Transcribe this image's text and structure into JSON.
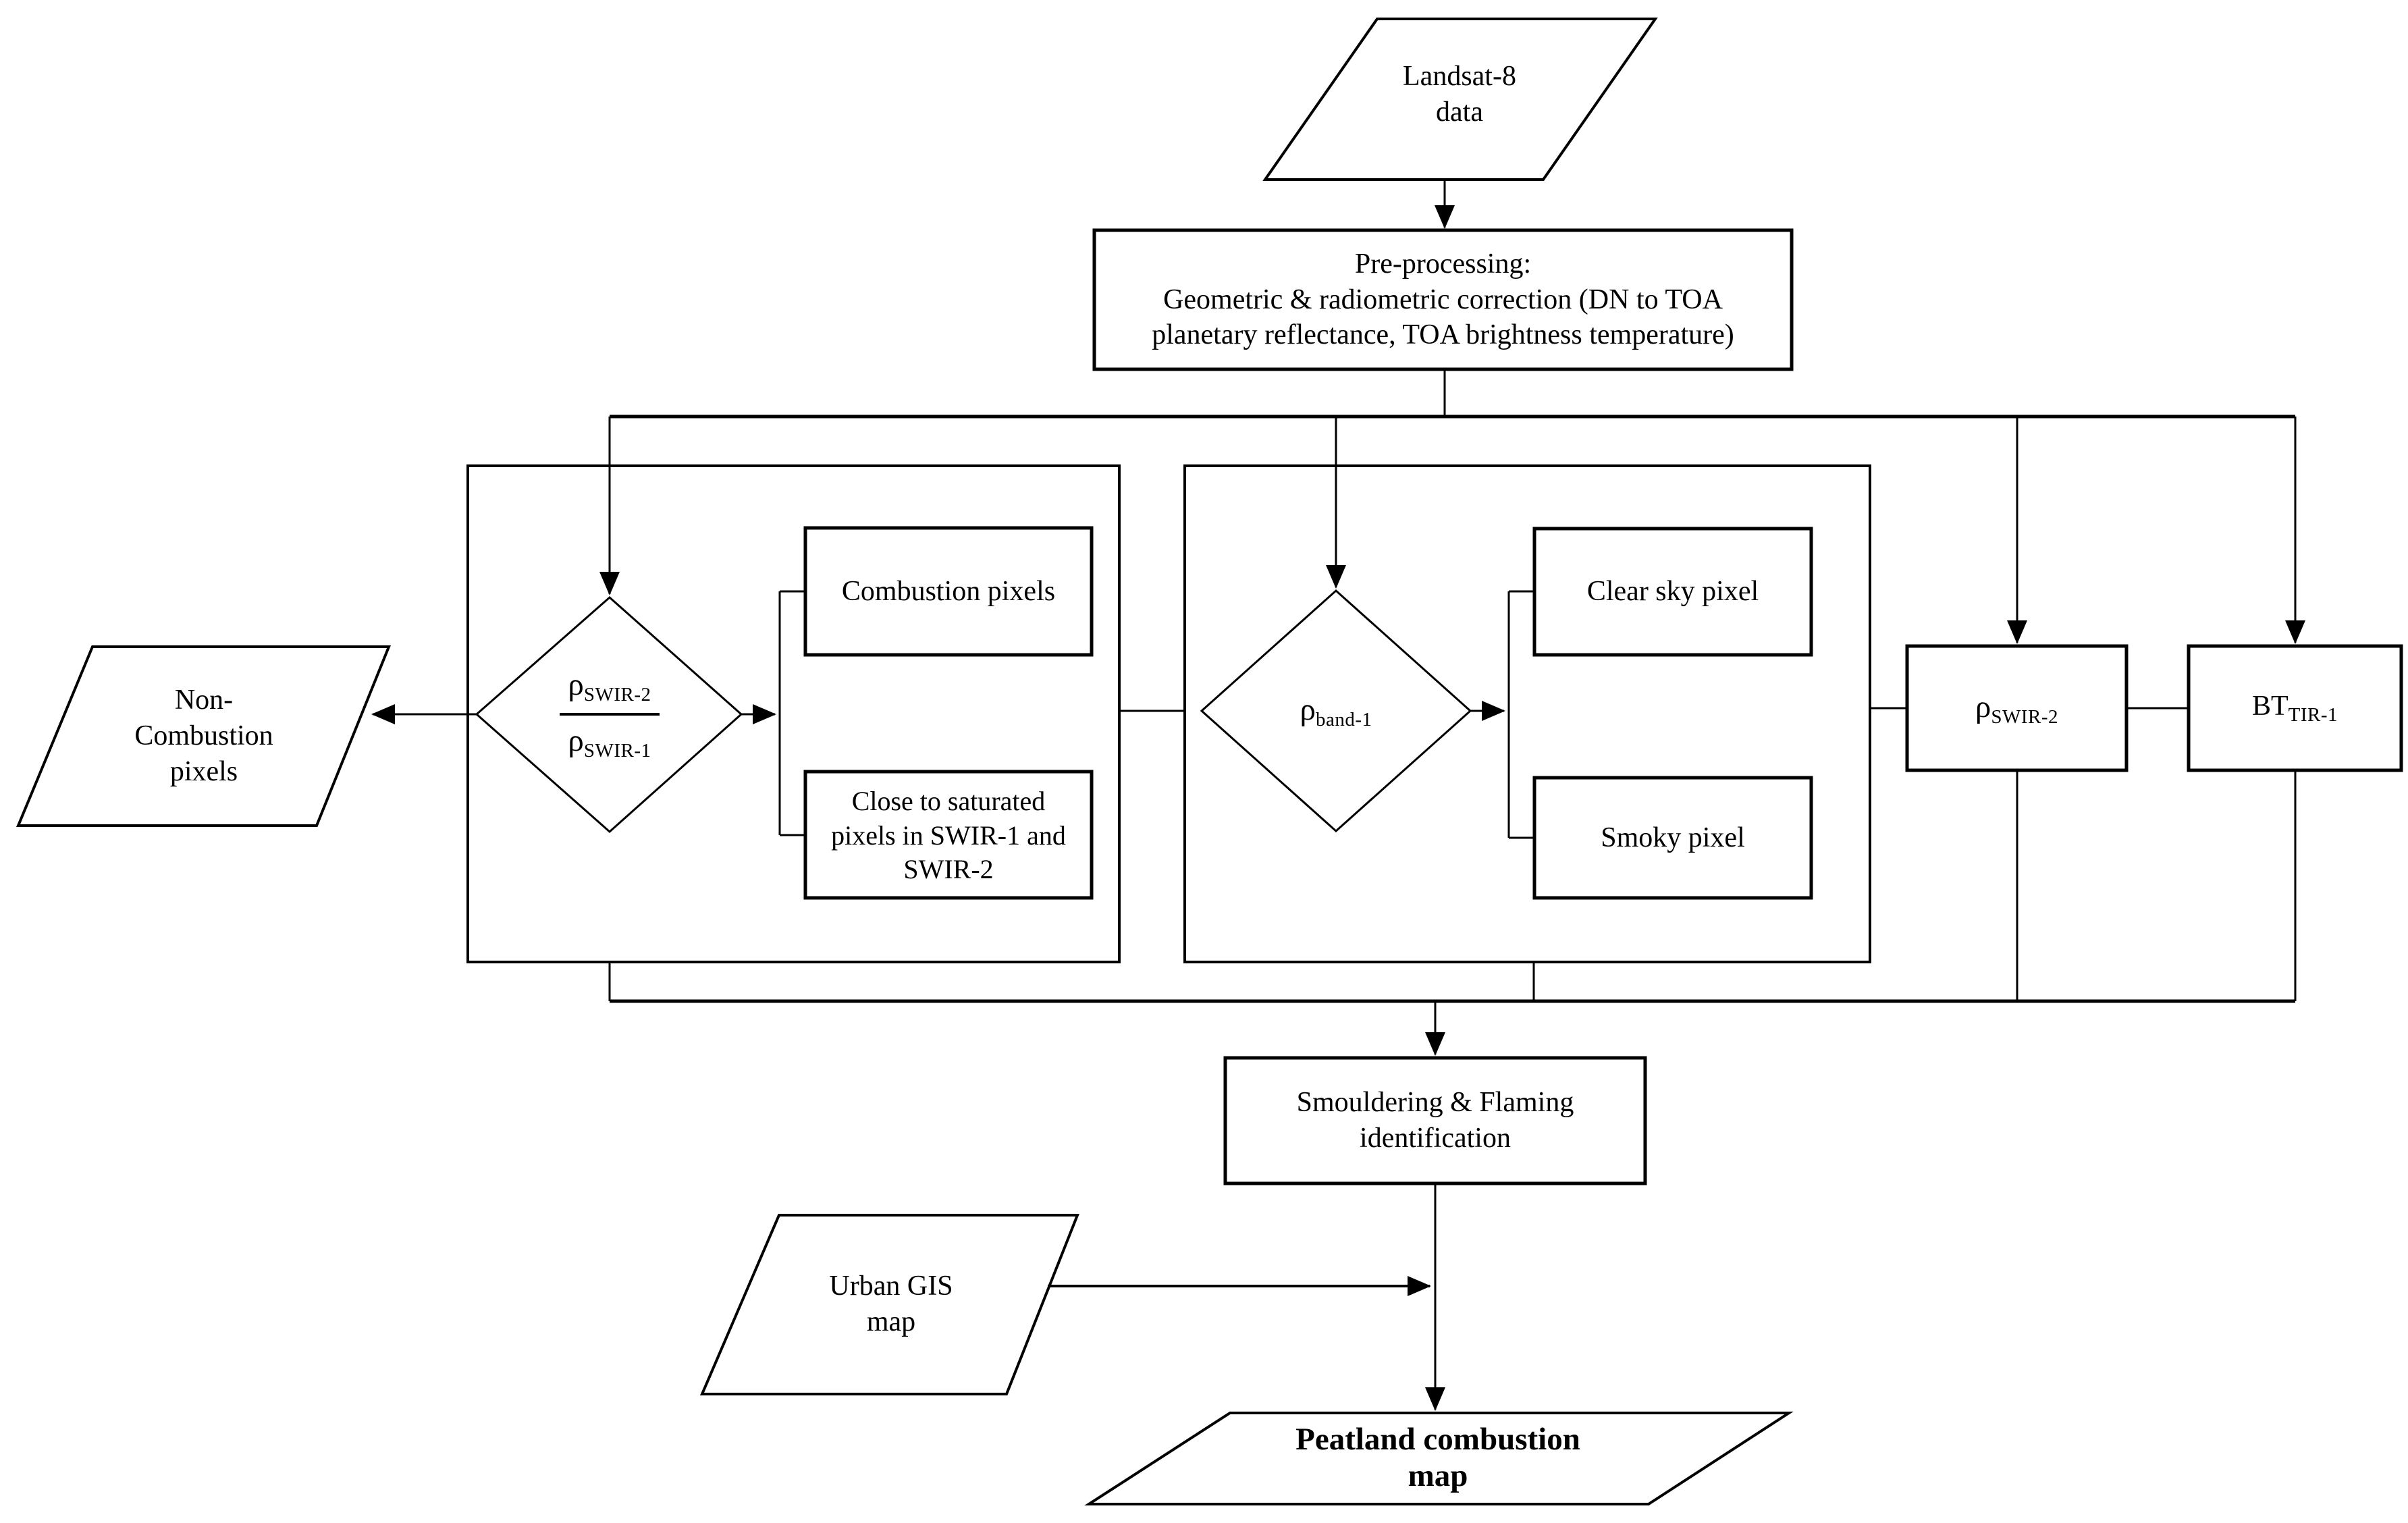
{
  "figure": {
    "kind": "flowchart",
    "background": "#ffffff",
    "line_color": "#000000",
    "text_color": "#000000"
  },
  "nodes": {
    "landsat": {
      "line1": "Landsat-8",
      "line2": "data"
    },
    "preprocess": {
      "line1": "Pre-processing:",
      "line2": "Geometric & radiometric correction (DN to TOA",
      "line3": "planetary reflectance, TOA brightness temperature)"
    },
    "non_combustion": {
      "line1": "Non-",
      "line2": "Combustion",
      "line3": "pixels"
    },
    "swir_ratio_decision": {
      "numerator_main": "ρ",
      "numerator_sub": "SWIR-2",
      "denominator_main": "ρ",
      "denominator_sub": "SWIR-1"
    },
    "combustion": {
      "label": "Combustion pixels"
    },
    "saturated": {
      "line1": "Close to saturated",
      "line2": "pixels in SWIR-1 and",
      "line3": "SWIR-2"
    },
    "band1_decision": {
      "main": "ρ",
      "sub": "band-1"
    },
    "clear_sky": {
      "label": "Clear sky pixel"
    },
    "smoky": {
      "label": "Smoky pixel"
    },
    "rho_swir2": {
      "main": "ρ",
      "sub": "SWIR-2"
    },
    "bt_tir1": {
      "main": "BT",
      "sub": "TIR-1"
    },
    "smouldering": {
      "line1": "Smouldering & Flaming",
      "line2": "identification"
    },
    "urban_gis": {
      "line1": "Urban GIS",
      "line2": "map"
    },
    "peatland": {
      "line1": "Peatland combustion",
      "line2": "map"
    }
  }
}
